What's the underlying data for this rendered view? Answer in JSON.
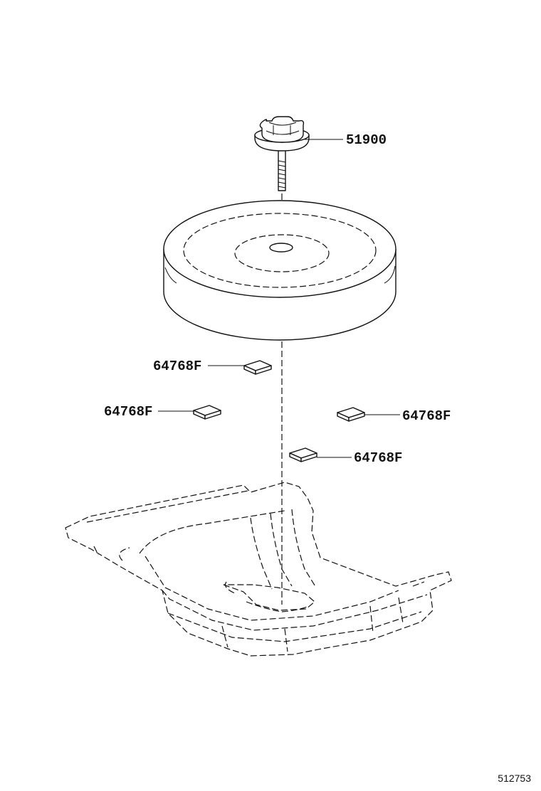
{
  "callouts": {
    "wing_nut": "51900",
    "pad_upper": "64768F",
    "pad_left": "64768F",
    "pad_right": "64768F",
    "pad_lower": "64768F"
  },
  "figure_number": "512753"
}
